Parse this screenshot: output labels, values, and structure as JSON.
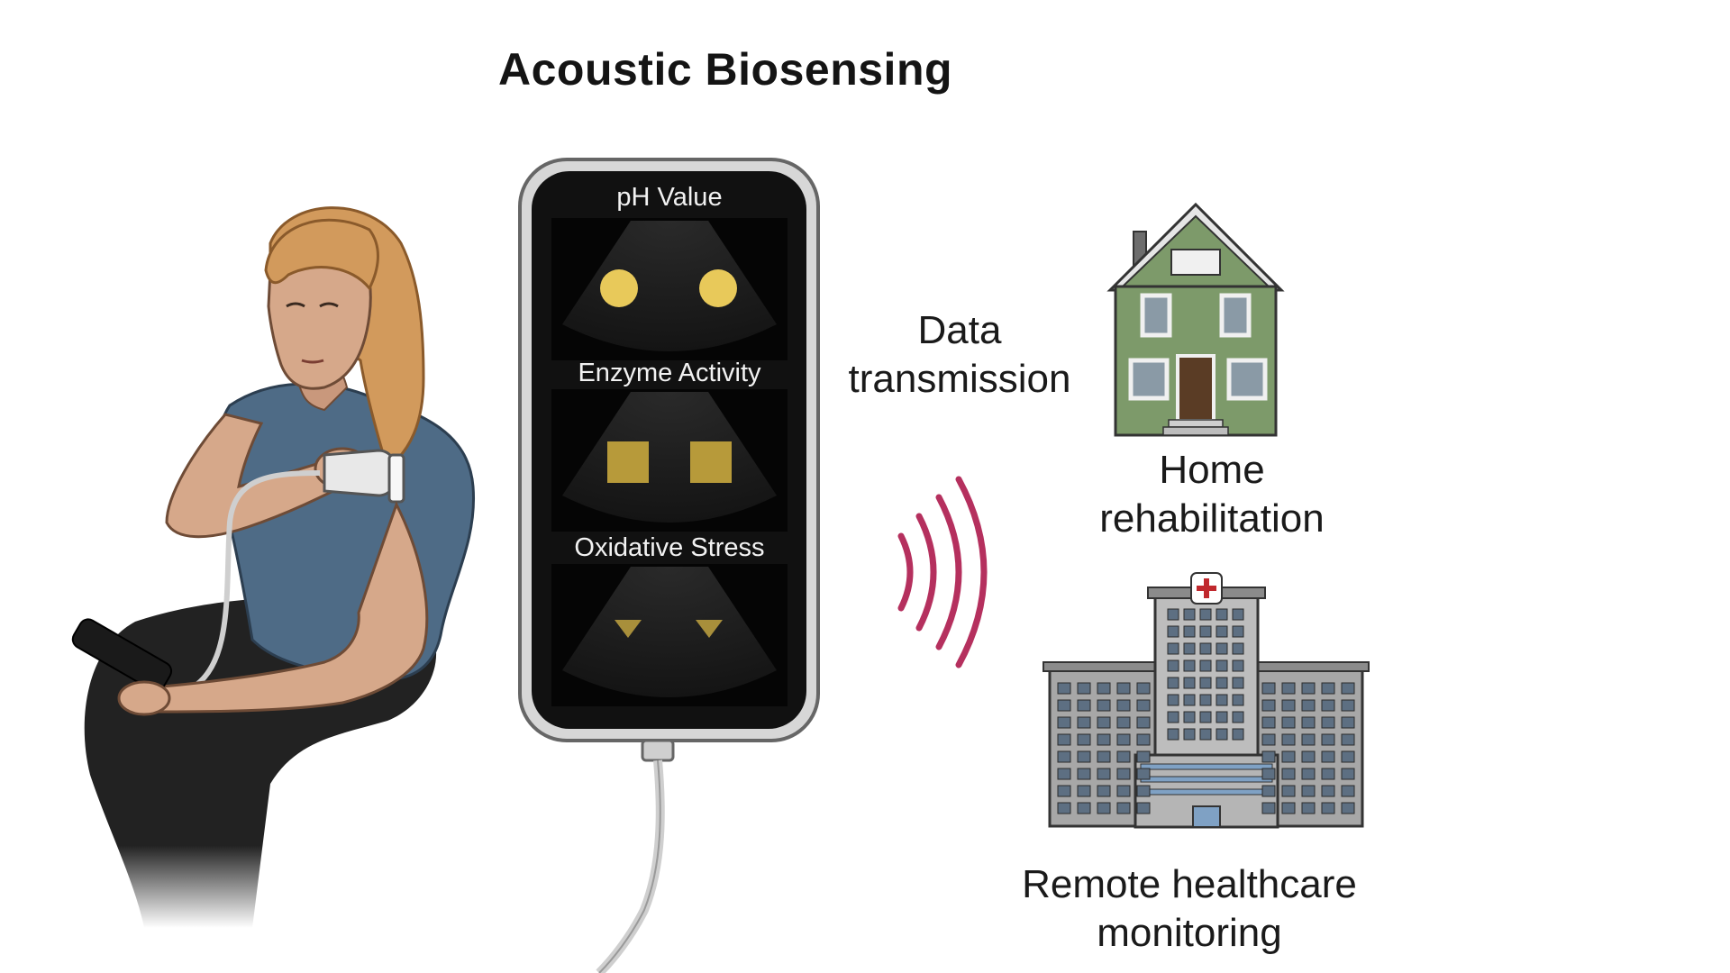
{
  "title": "Acoustic Biosensing",
  "phone": {
    "panels": [
      {
        "label": "pH Value",
        "marker": "circle"
      },
      {
        "label": "Enzyme Activity",
        "marker": "square"
      },
      {
        "label": "Oxidative Stress",
        "marker": "triangle"
      }
    ]
  },
  "transmission": {
    "line1": "Data",
    "line2": "transmission"
  },
  "home": {
    "line1": "Home",
    "line2": "rehabilitation"
  },
  "hospital": {
    "line1": "Remote healthcare",
    "line2": "monitoring"
  },
  "colors": {
    "signal": "#b5305e",
    "marker_ph": "#e8c95a",
    "marker_enzyme": "#b79a3a",
    "marker_oxidative": "#a88f3b",
    "house_wall": "#7d9a6a",
    "shirt": "#4e6b86",
    "hair": "#d29a5c"
  }
}
